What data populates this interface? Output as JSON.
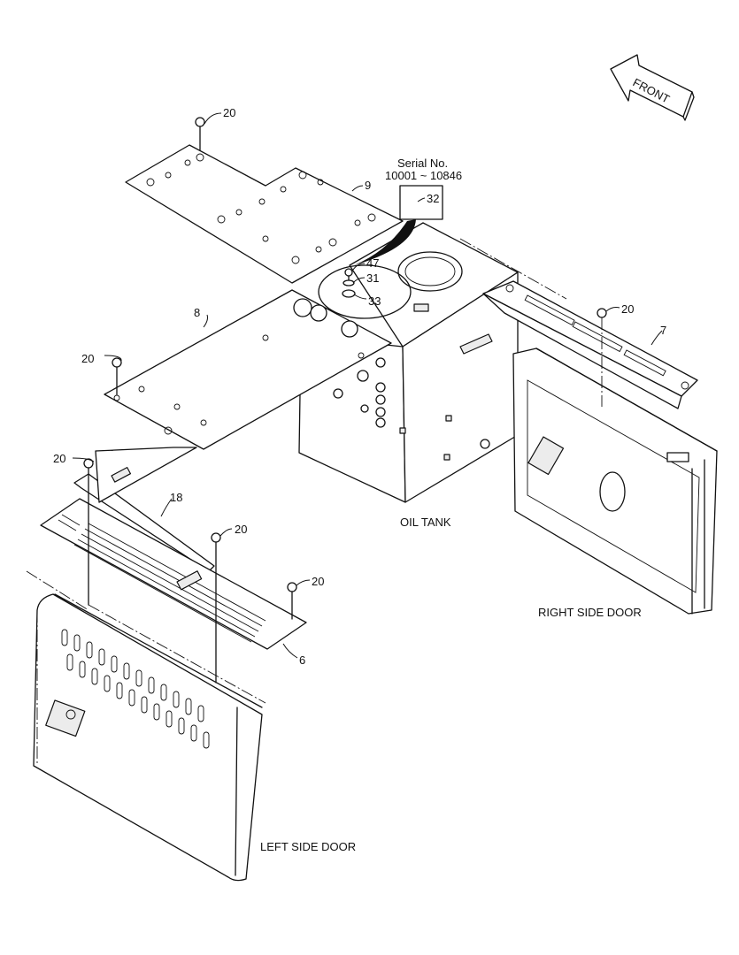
{
  "diagram": {
    "front_label": "FRONT",
    "serial": {
      "line1": "Serial No.",
      "line2": "10001 ~ 10846"
    },
    "part_labels": {
      "p20a": "20",
      "p20b": "20",
      "p20c": "20",
      "p20d": "20",
      "p20e": "20",
      "p20f": "20",
      "p9": "9",
      "p8": "8",
      "p7": "7",
      "p18": "18",
      "p6": "6",
      "p32": "32",
      "p47": "47",
      "p31": "31",
      "p33": "33"
    },
    "assembly_labels": {
      "oil_tank": "OIL TANK",
      "right_door": "RIGHT SIDE DOOR",
      "left_door": "LEFT SIDE DOOR"
    }
  }
}
